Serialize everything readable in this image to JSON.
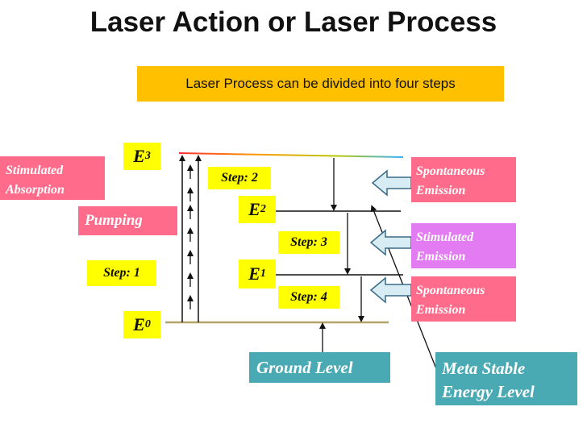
{
  "title": "Laser Action or Laser Process",
  "banner": "Laser Process can be divided into four steps",
  "levels": [
    {
      "letter": "E",
      "sub": "3"
    },
    {
      "letter": "E",
      "sub": "2"
    },
    {
      "letter": "E",
      "sub": "1"
    },
    {
      "letter": "E",
      "sub": "0"
    }
  ],
  "steps": {
    "step1": "Step: 1",
    "step2": "Step: 2",
    "step3": "Step: 3",
    "step4": "Step: 4"
  },
  "left_boxes": {
    "stimulated_absorption": [
      "Stimulated",
      "Absorption"
    ],
    "pumping": "Pumping"
  },
  "right_boxes": {
    "spontaneous_emission_1": [
      "Spontaneous",
      "Emission"
    ],
    "stimulated_emission": [
      "Stimulated",
      "Emission"
    ],
    "spontaneous_emission_2": [
      "Spontaneous",
      "Emission"
    ]
  },
  "bottom_boxes": {
    "ground_level": "Ground Level",
    "meta_stable": [
      "Meta Stable",
      "Energy Level"
    ]
  },
  "colors": {
    "banner": "#ffc000",
    "pink": "#ff6b8a",
    "violet": "#e37cf2",
    "teal": "#4aaab3",
    "yellow": "#ffff00",
    "ground_line": "#b5a46a",
    "arrow_fill": "#d8ecf4"
  }
}
